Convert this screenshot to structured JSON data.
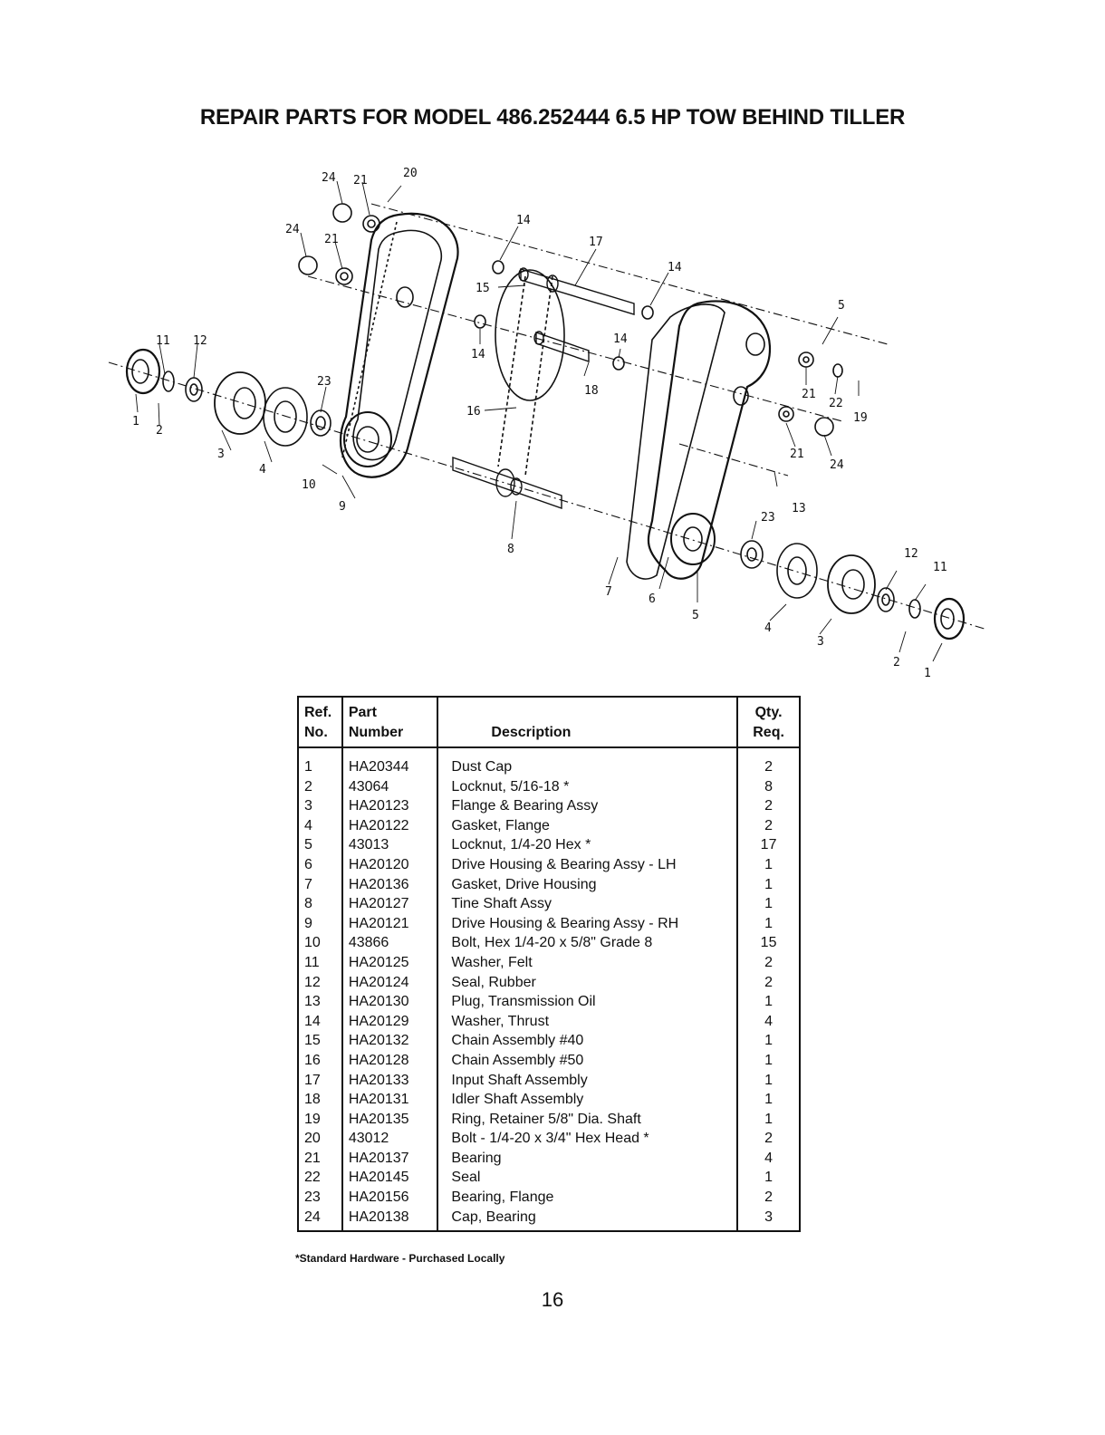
{
  "title": "REPAIR PARTS FOR MODEL 486.252444 6.5 HP TOW BEHIND TILLER",
  "diagram_callouts": [
    "24",
    "21",
    "20",
    "24",
    "21",
    "14",
    "17",
    "14",
    "15",
    "5",
    "11",
    "12",
    "14",
    "14",
    "23",
    "18",
    "21",
    "22",
    "19",
    "16",
    "21",
    "24",
    "1",
    "2",
    "3",
    "4",
    "10",
    "9",
    "8",
    "13",
    "23",
    "12",
    "11",
    "7",
    "6",
    "5",
    "4",
    "3",
    "2",
    "1"
  ],
  "table": {
    "headers": {
      "ref": [
        "Ref.",
        "No."
      ],
      "part": [
        "Part",
        "Number"
      ],
      "desc": "Description",
      "qty": [
        "Qty.",
        "Req."
      ]
    },
    "rows": [
      {
        "ref": "1",
        "part": "HA20344",
        "desc": "Dust Cap",
        "qty": "2"
      },
      {
        "ref": "2",
        "part": "43064",
        "desc": "Locknut, 5/16-18 *",
        "qty": "8"
      },
      {
        "ref": "3",
        "part": "HA20123",
        "desc": "Flange & Bearing Assy",
        "qty": "2"
      },
      {
        "ref": "4",
        "part": "HA20122",
        "desc": "Gasket, Flange",
        "qty": "2"
      },
      {
        "ref": "5",
        "part": "43013",
        "desc": "Locknut, 1/4-20 Hex *",
        "qty": "17"
      },
      {
        "ref": "6",
        "part": "HA20120",
        "desc": "Drive Housing & Bearing Assy - LH",
        "qty": "1"
      },
      {
        "ref": "7",
        "part": "HA20136",
        "desc": "Gasket, Drive Housing",
        "qty": "1"
      },
      {
        "ref": "8",
        "part": "HA20127",
        "desc": "Tine Shaft Assy",
        "qty": "1"
      },
      {
        "ref": "9",
        "part": "HA20121",
        "desc": "Drive Housing & Bearing Assy - RH",
        "qty": "1"
      },
      {
        "ref": "10",
        "part": "43866",
        "desc": "Bolt, Hex 1/4-20 x 5/8\" Grade 8",
        "qty": "15"
      },
      {
        "ref": "11",
        "part": "HA20125",
        "desc": "Washer, Felt",
        "qty": "2"
      },
      {
        "ref": "12",
        "part": "HA20124",
        "desc": "Seal, Rubber",
        "qty": "2"
      },
      {
        "ref": "13",
        "part": "HA20130",
        "desc": "Plug, Transmission Oil",
        "qty": "1"
      },
      {
        "ref": "14",
        "part": "HA20129",
        "desc": "Washer, Thrust",
        "qty": "4"
      },
      {
        "ref": "15",
        "part": "HA20132",
        "desc": "Chain Assembly #40",
        "qty": "1"
      },
      {
        "ref": "16",
        "part": "HA20128",
        "desc": "Chain Assembly #50",
        "qty": "1"
      },
      {
        "ref": "17",
        "part": "HA20133",
        "desc": "Input Shaft Assembly",
        "qty": "1"
      },
      {
        "ref": "18",
        "part": "HA20131",
        "desc": "Idler Shaft Assembly",
        "qty": "1"
      },
      {
        "ref": "19",
        "part": "HA20135",
        "desc": "Ring, Retainer 5/8\" Dia. Shaft",
        "qty": "1"
      },
      {
        "ref": "20",
        "part": "43012",
        "desc": "Bolt - 1/4-20 x 3/4\" Hex Head *",
        "qty": "2"
      },
      {
        "ref": "21",
        "part": "HA20137",
        "desc": "Bearing",
        "qty": "4"
      },
      {
        "ref": "22",
        "part": "HA20145",
        "desc": "Seal",
        "qty": "1"
      },
      {
        "ref": "23",
        "part": "HA20156",
        "desc": "Bearing, Flange",
        "qty": "2"
      },
      {
        "ref": "24",
        "part": "HA20138",
        "desc": "Cap, Bearing",
        "qty": "3"
      }
    ]
  },
  "footnote": "*Standard Hardware - Purchased Locally",
  "page_number": "16"
}
